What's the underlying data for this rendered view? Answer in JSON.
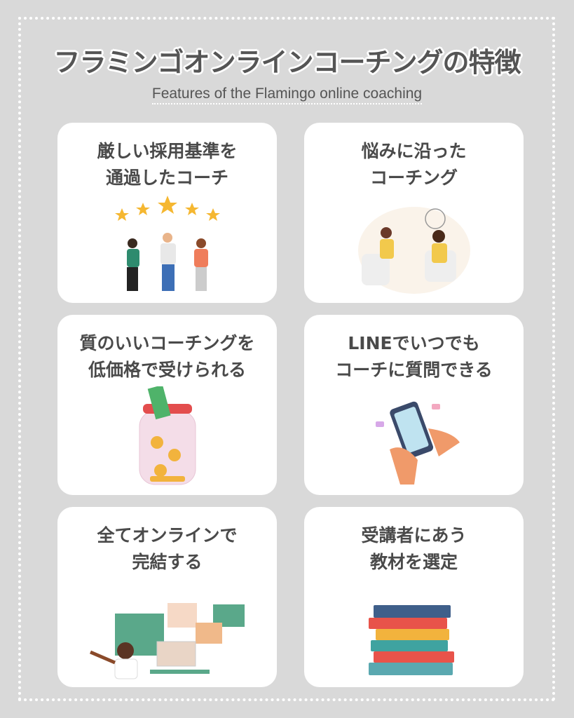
{
  "title": "フラミンゴオンラインコーチングの特徴",
  "subtitle": "Features of the Flamingo online coaching",
  "features": [
    {
      "line1": "厳しい採用基準を",
      "line2": "通過したコーチ",
      "icon": "celebrating-people-stars-icon"
    },
    {
      "line1": "悩みに沿った",
      "line2": "コーチング",
      "icon": "counseling-session-icon"
    },
    {
      "line1": "質のいいコーチングを",
      "line2": "低価格で受けられる",
      "icon": "money-jar-icon"
    },
    {
      "line1": "LINEでいつでも",
      "line2": "コーチに質問できる",
      "icon": "smartphone-chat-icon"
    },
    {
      "line1": "全てオンラインで",
      "line2": "完結する",
      "icon": "video-call-icon"
    },
    {
      "line1": "受講者にあう",
      "line2": "教材を選定",
      "icon": "book-stack-icon"
    }
  ]
}
